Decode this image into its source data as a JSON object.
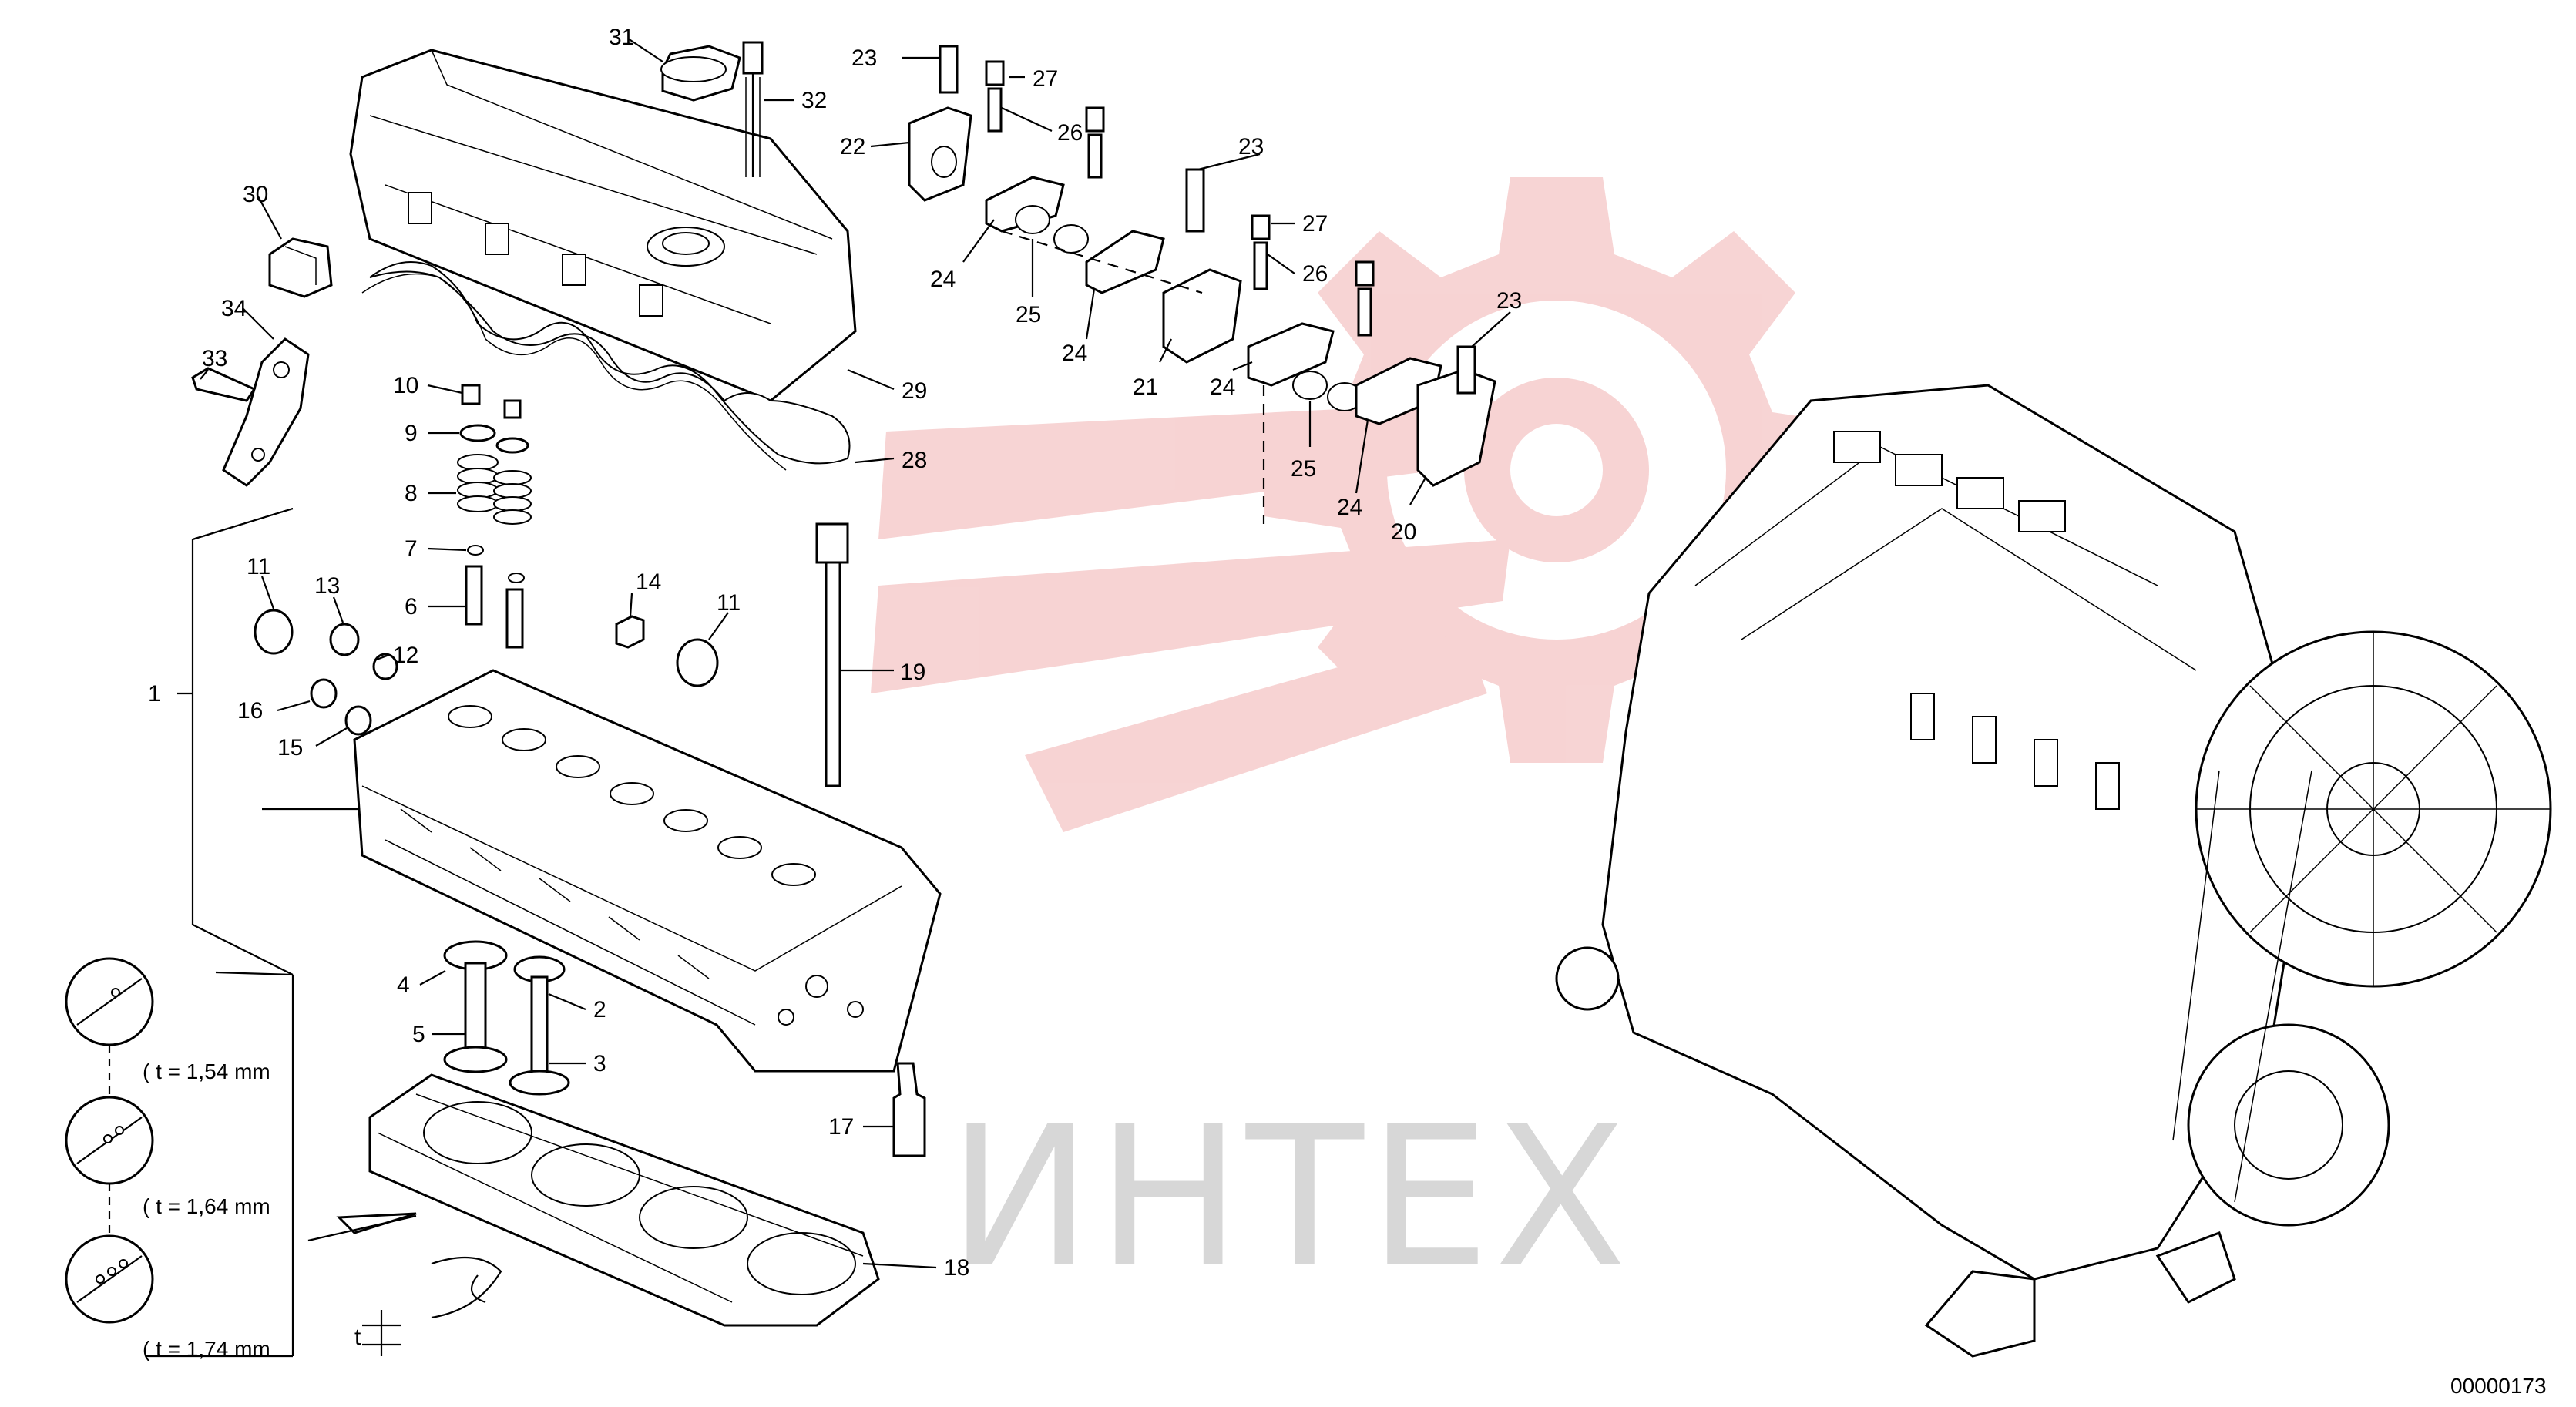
{
  "callouts": [
    {
      "id": "31",
      "text": "31"
    },
    {
      "id": "32",
      "text": "32"
    },
    {
      "id": "30",
      "text": "30"
    },
    {
      "id": "34",
      "text": "34"
    },
    {
      "id": "33",
      "text": "33"
    },
    {
      "id": "29",
      "text": "29"
    },
    {
      "id": "28",
      "text": "28"
    },
    {
      "id": "10",
      "text": "10"
    },
    {
      "id": "9",
      "text": "9"
    },
    {
      "id": "8",
      "text": "8"
    },
    {
      "id": "7",
      "text": "7"
    },
    {
      "id": "6",
      "text": "6"
    },
    {
      "id": "11a",
      "text": "11"
    },
    {
      "id": "13",
      "text": "13"
    },
    {
      "id": "12",
      "text": "12"
    },
    {
      "id": "14",
      "text": "14"
    },
    {
      "id": "11b",
      "text": "11"
    },
    {
      "id": "19",
      "text": "19"
    },
    {
      "id": "16",
      "text": "16"
    },
    {
      "id": "15",
      "text": "15"
    },
    {
      "id": "1",
      "text": "1"
    },
    {
      "id": "4",
      "text": "4"
    },
    {
      "id": "2",
      "text": "2"
    },
    {
      "id": "5",
      "text": "5"
    },
    {
      "id": "3",
      "text": "3"
    },
    {
      "id": "17",
      "text": "17"
    },
    {
      "id": "18",
      "text": "18"
    },
    {
      "id": "23a",
      "text": "23"
    },
    {
      "id": "27a",
      "text": "27"
    },
    {
      "id": "22",
      "text": "22"
    },
    {
      "id": "26a",
      "text": "26"
    },
    {
      "id": "23b",
      "text": "23"
    },
    {
      "id": "27b",
      "text": "27"
    },
    {
      "id": "24a",
      "text": "24"
    },
    {
      "id": "25a",
      "text": "25"
    },
    {
      "id": "26b",
      "text": "26"
    },
    {
      "id": "24b",
      "text": "24"
    },
    {
      "id": "21",
      "text": "21"
    },
    {
      "id": "23c",
      "text": "23"
    },
    {
      "id": "24c",
      "text": "24"
    },
    {
      "id": "25b",
      "text": "25"
    },
    {
      "id": "24d",
      "text": "24"
    },
    {
      "id": "20",
      "text": "20"
    }
  ],
  "gasket_thickness": [
    {
      "label": "( t = 1,54 mm"
    },
    {
      "label": "( t = 1,64 mm"
    },
    {
      "label": "( t = 1,74 mm"
    }
  ],
  "thickness_symbol": "t",
  "watermark": "ИНТЕХ",
  "drawing_number": "00000173",
  "colors": {
    "line": "#000000",
    "watermark_gear": "#f4c9c9",
    "watermark_text": "#d7d7d7"
  }
}
